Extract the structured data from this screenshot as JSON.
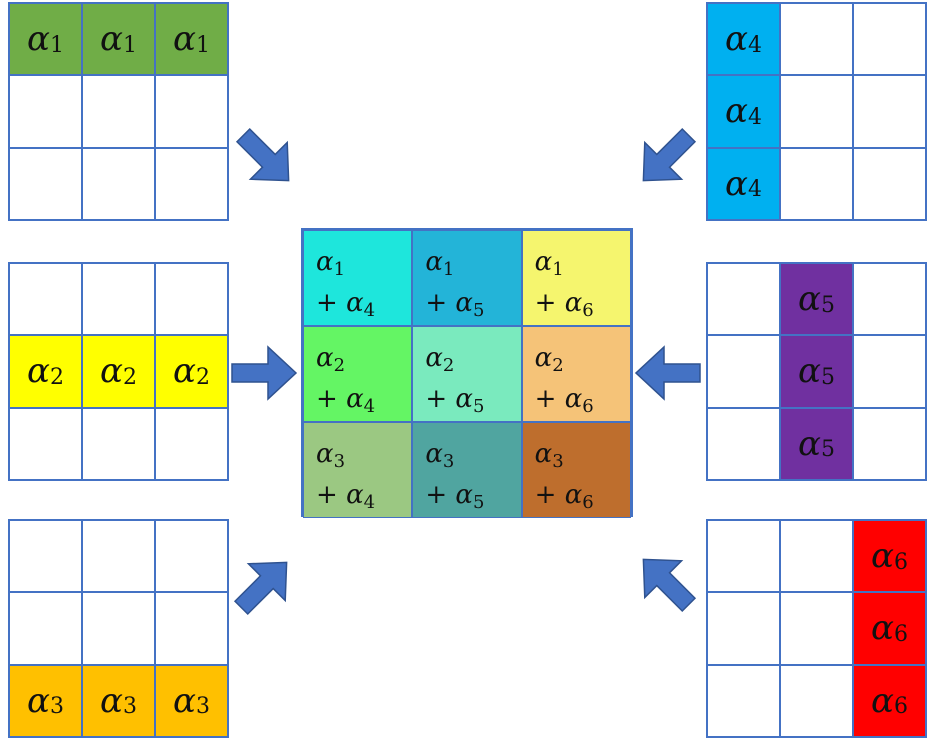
{
  "symbol": "α",
  "plus": "+",
  "colors": {
    "alpha1": "#70AD47",
    "alpha2": "#FFFF00",
    "alpha3": "#FFC000",
    "alpha4": "#00B0F0",
    "alpha5": "#7030A0",
    "alpha6": "#FF0000",
    "grid_line": "#4472C4",
    "arrow": "#4472C4"
  },
  "left_grids": [
    {
      "name": "grid-alpha1",
      "row": 0,
      "subscript": "1"
    },
    {
      "name": "grid-alpha2",
      "row": 1,
      "subscript": "2"
    },
    {
      "name": "grid-alpha3",
      "row": 2,
      "subscript": "3"
    }
  ],
  "right_grids": [
    {
      "name": "grid-alpha4",
      "col": 0,
      "subscript": "4"
    },
    {
      "name": "grid-alpha5",
      "col": 1,
      "subscript": "5"
    },
    {
      "name": "grid-alpha6",
      "col": 2,
      "subscript": "6"
    }
  ],
  "center_grid": {
    "rows": [
      "1",
      "2",
      "3"
    ],
    "cols": [
      "4",
      "5",
      "6"
    ],
    "colors": [
      [
        "#1EE6DC",
        "#23B4D8",
        "#F5F56E"
      ],
      [
        "#64F564",
        "#7AEABE",
        "#F5C378"
      ],
      [
        "#9BC882",
        "#50A5A0",
        "#BE6E2D"
      ]
    ]
  }
}
